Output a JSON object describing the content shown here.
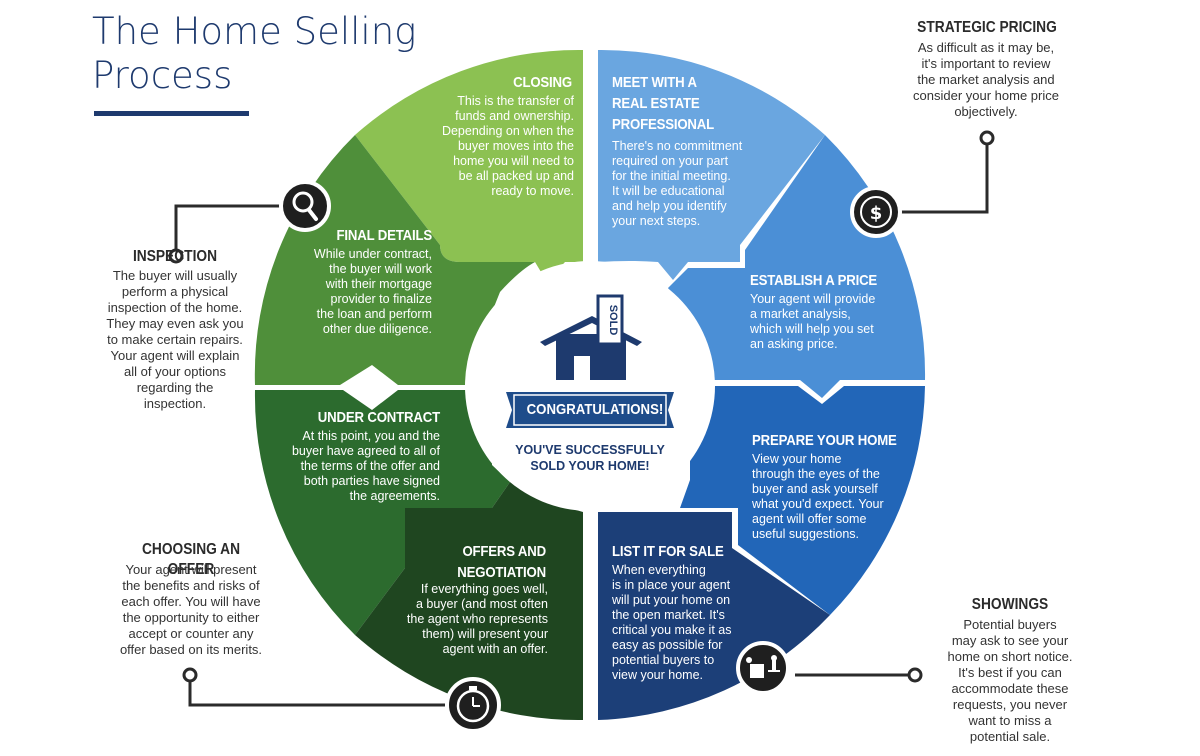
{
  "title": {
    "line1": "The Home Selling",
    "line2": "Process"
  },
  "center": {
    "ribbon": "CONGRATULATIONS!",
    "line1": "YOU'VE SUCCESSFULLY",
    "line2": "SOLD YOUR HOME!",
    "sign": "SOLD"
  },
  "segments": {
    "closing": {
      "title": "CLOSING",
      "body": [
        "This is the transfer of",
        "funds and ownership.",
        "Depending on when the",
        "buyer moves into the",
        "home you will need to",
        "be all packed up and",
        "ready to move."
      ]
    },
    "meet": {
      "title": [
        "MEET WITH A",
        "REAL ESTATE",
        "PROFESSIONAL"
      ],
      "body": [
        "There's no commitment",
        "required on your part",
        "for the initial meeting.",
        "It will be educational",
        "and help you identify",
        "your next steps."
      ]
    },
    "final": {
      "title": "FINAL DETAILS",
      "body": [
        "While under contract,",
        "the buyer will work",
        "with their mortgage",
        "provider to finalize",
        "the loan and perform",
        "other due diligence."
      ]
    },
    "price": {
      "title": "ESTABLISH A PRICE",
      "body": [
        "Your agent will provide",
        "a market analysis,",
        "which will help you set",
        "an asking price."
      ]
    },
    "contract": {
      "title": "UNDER CONTRACT",
      "body": [
        "At this point, you and the",
        "buyer have agreed to all of",
        "the terms of the offer and",
        "both parties have signed",
        "the agreements."
      ]
    },
    "prepare": {
      "title": "PREPARE YOUR HOME",
      "body": [
        "View your home",
        "through the eyes of the",
        "buyer and ask yourself",
        "what you'd expect. Your",
        "agent will offer some",
        "useful suggestions."
      ]
    },
    "offers": {
      "title": [
        "OFFERS AND",
        "NEGOTIATION"
      ],
      "body": [
        "If everything goes well,",
        "a buyer (and most often",
        "the agent who represents",
        "them) will present your",
        "agent with an offer."
      ]
    },
    "list": {
      "title": "LIST IT FOR SALE",
      "body": [
        "When everything",
        "is in place your agent",
        "will put your home on",
        "the open market. It's",
        "critical you make it as",
        "easy as possible for",
        "potential buyers to",
        "view your home."
      ]
    }
  },
  "sides": {
    "pricing": {
      "title": "STRATEGIC PRICING",
      "body": [
        "As difficult as it may be,",
        "it's important to review",
        "the market analysis and",
        "consider your home price",
        "objectively."
      ]
    },
    "inspection": {
      "title": "INSPECTION",
      "body": [
        "The buyer will usually",
        "perform a physical",
        "inspection of the home.",
        "They may even ask you",
        "to make certain repairs.",
        "Your agent will explain",
        "all of your options",
        "regarding the",
        "inspection."
      ]
    },
    "choosing": {
      "title": "CHOOSING AN OFFER",
      "body": [
        "Your agent will present",
        "the benefits and risks of",
        "each offer. You will have",
        "the opportunity to either",
        "accept or counter any",
        "offer based on its merits."
      ]
    },
    "showings": {
      "title": "SHOWINGS",
      "body": [
        "Potential buyers",
        "may ask to see your",
        "home on short notice.",
        "It's best if you can",
        "accommodate these",
        "requests, you never",
        "want to miss a",
        "potential sale."
      ]
    }
  },
  "icons": [
    "magnifier-icon",
    "dollar-icon",
    "clock-icon",
    "furniture-icon",
    "house-icon"
  ],
  "colors": {
    "title": "#1e3a6e",
    "closing": "#8cc152",
    "final": "#4f8f3a",
    "contract": "#2c6b2e",
    "offers": "#1f4620",
    "meet": "#6aa6e0",
    "price": "#4b8fd6",
    "prepare": "#2266b8",
    "list": "#1c3f78",
    "ribbon": "#1e4c8a",
    "house": "#1e3a6e"
  }
}
